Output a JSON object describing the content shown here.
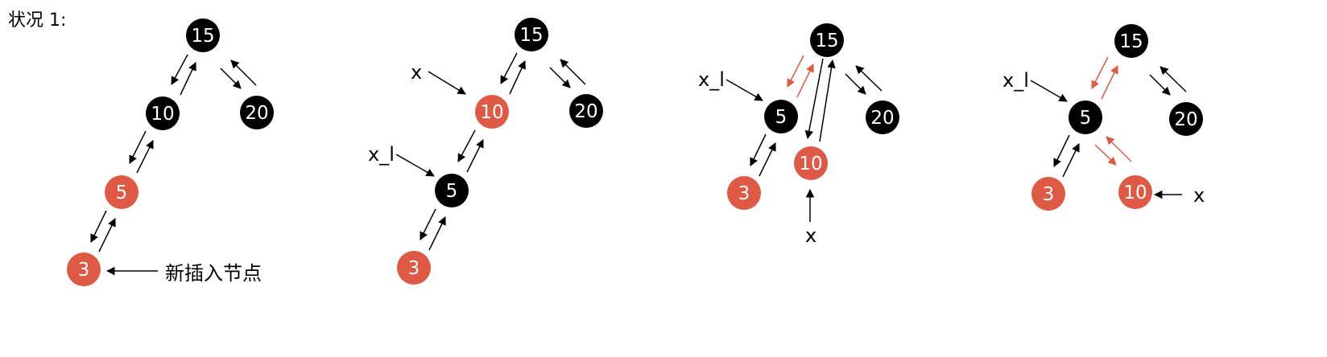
{
  "title": "状况 1:",
  "colors": {
    "black": "#000000",
    "red": "#DF5A45",
    "white": "#ffffff"
  },
  "panels": [
    {
      "id": "panel-1",
      "nodes": [
        {
          "id": "n15",
          "label": "15",
          "color": "black"
        },
        {
          "id": "n10",
          "label": "10",
          "color": "black"
        },
        {
          "id": "n20",
          "label": "20",
          "color": "black"
        },
        {
          "id": "n5",
          "label": "5",
          "color": "red"
        },
        {
          "id": "n3",
          "label": "3",
          "color": "red"
        }
      ],
      "annotations": [
        {
          "id": "new-node-label",
          "text": "新插入节点"
        }
      ]
    },
    {
      "id": "panel-2",
      "nodes": [
        {
          "id": "n15",
          "label": "15",
          "color": "black"
        },
        {
          "id": "n10",
          "label": "10",
          "color": "red"
        },
        {
          "id": "n20",
          "label": "20",
          "color": "black"
        },
        {
          "id": "n5",
          "label": "5",
          "color": "black"
        },
        {
          "id": "n3",
          "label": "3",
          "color": "red"
        }
      ],
      "annotations": [
        {
          "id": "x-label",
          "text": "x"
        },
        {
          "id": "xl-label",
          "text": "x_l"
        }
      ]
    },
    {
      "id": "panel-3",
      "nodes": [
        {
          "id": "n15",
          "label": "15",
          "color": "black"
        },
        {
          "id": "n5",
          "label": "5",
          "color": "black"
        },
        {
          "id": "n20",
          "label": "20",
          "color": "black"
        },
        {
          "id": "n10",
          "label": "10",
          "color": "red"
        },
        {
          "id": "n3",
          "label": "3",
          "color": "red"
        }
      ],
      "annotations": [
        {
          "id": "xl-label",
          "text": "x_l"
        },
        {
          "id": "x-label",
          "text": "x"
        }
      ]
    },
    {
      "id": "panel-4",
      "nodes": [
        {
          "id": "n15",
          "label": "15",
          "color": "black"
        },
        {
          "id": "n5",
          "label": "5",
          "color": "black"
        },
        {
          "id": "n20",
          "label": "20",
          "color": "black"
        },
        {
          "id": "n3",
          "label": "3",
          "color": "red"
        },
        {
          "id": "n10",
          "label": "10",
          "color": "red"
        }
      ],
      "annotations": [
        {
          "id": "xl-label",
          "text": "x_l"
        },
        {
          "id": "x-label",
          "text": "x"
        }
      ]
    }
  ]
}
